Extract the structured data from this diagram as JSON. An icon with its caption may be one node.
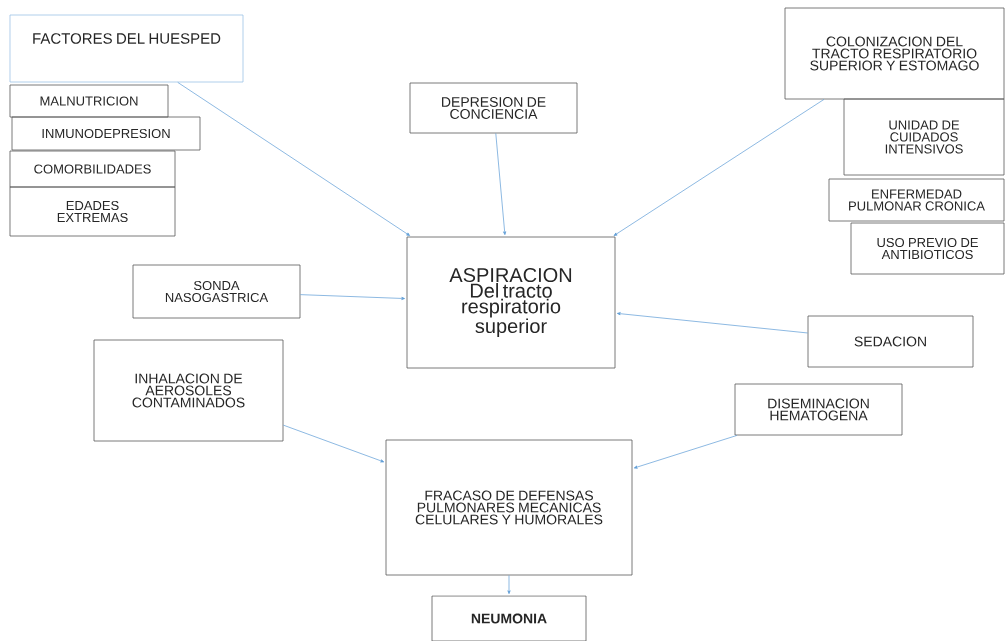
{
  "diagram": {
    "nodes": [
      {
        "text": [
          "FACTORES DEL HUESPED"
        ]
      },
      {
        "text": [
          "MALNUTRICION"
        ]
      },
      {
        "text": [
          "INMUNODEPRESION"
        ]
      },
      {
        "text": [
          "COMORBILIDADES"
        ]
      },
      {
        "text": [
          "EDADES EXTREMAS"
        ]
      },
      {
        "text": [
          "DEPRESION DE CONCIENCIA"
        ]
      },
      {
        "text": [
          "COLONIZACION DEL TRACTO RESPIRATORIO SUPERIOR Y ESTOMAGO"
        ]
      },
      {
        "text": [
          "UNIDAD DE CUIDADOS INTENSIVOS"
        ]
      },
      {
        "text": [
          "ENFERMEDAD PULMONAR CRONICA"
        ]
      },
      {
        "text": [
          "USO PREVIO DE ANTIBIOTICOS"
        ]
      },
      {
        "text": [
          "ASPIRACION Del tracto respiratorio superior"
        ]
      },
      {
        "text": [
          "SONDA NASOGASTRICA"
        ]
      },
      {
        "text": [
          "SEDACION"
        ]
      },
      {
        "text": [
          "INHALACION DE AEROSOLES CONTAMINADOS"
        ]
      },
      {
        "text": [
          "DISEMINACION HEMATOGENA"
        ]
      },
      {
        "text": [
          "FRACASO DE DEFENSAS PULMONARES MECANICAS CELULARES Y HUMORALES"
        ]
      },
      {
        "text": [
          "NEUMONIA"
        ]
      }
    ],
    "edges": [
      {
        "from": 0,
        "to": 10,
        "arrow": "to"
      },
      {
        "from": 5,
        "to": 10,
        "arrow": "to"
      },
      {
        "from": 6,
        "to": 10,
        "arrow": "to"
      },
      {
        "from": 11,
        "to": 10,
        "arrow": "to"
      },
      {
        "from": 12,
        "to": 10,
        "arrow": "to"
      },
      {
        "from": 13,
        "to": 15,
        "arrow": "to"
      },
      {
        "from": 14,
        "to": 15,
        "arrow": "to"
      },
      {
        "from": 15,
        "to": 16,
        "arrow": "to"
      }
    ]
  }
}
